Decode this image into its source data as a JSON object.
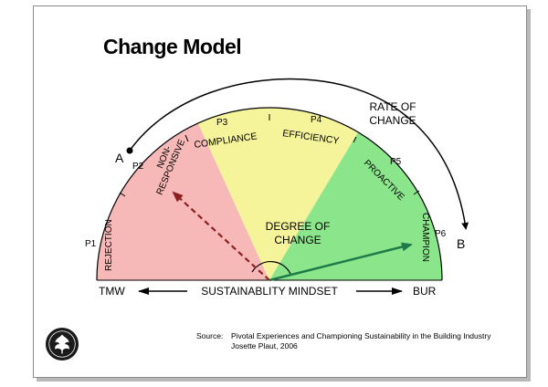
{
  "slide": {
    "title": "Change Model"
  },
  "rate": {
    "line1": "RATE OF",
    "line2": "CHANGE",
    "start_label": "A",
    "end_label": "B"
  },
  "phases": {
    "p1": "P1",
    "p2": "P2",
    "p3": "P3",
    "p4": "P4",
    "p5": "P5",
    "p6": "P6"
  },
  "zones": {
    "rejection": "REJECTION",
    "non_1": "NON-",
    "non_2": "RESPONSIVE",
    "compliance": "COMPLIANCE",
    "efficiency": "EFFICIENCY",
    "proactive": "PROACTIVE",
    "champion": "CHAMPION"
  },
  "degree": {
    "line1": "DEGREE OF",
    "line2": "CHANGE"
  },
  "mindset": {
    "left": "TMW",
    "center": "SUSTAINABLITY MINDSET",
    "right": "BUR"
  },
  "source": {
    "label": "Source:",
    "line1": "Pivotal Experiences and Championing Sustainability in the Building Industry",
    "line2": "Josette Plaut, 2006"
  },
  "colors": {
    "red_zone": "#f7b8b8",
    "yellow_zone": "#f6f49a",
    "green_zone": "#8be58b",
    "arrow_green": "#1f7a4a"
  }
}
